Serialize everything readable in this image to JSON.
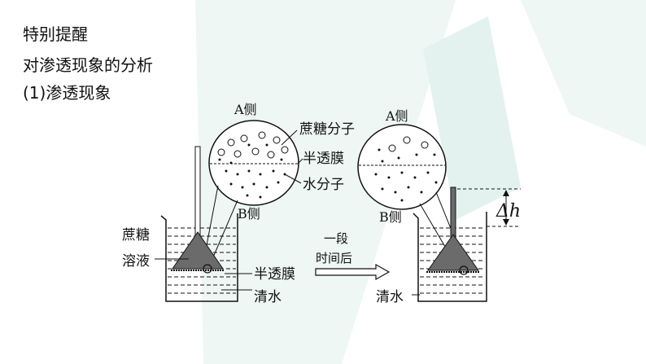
{
  "headings": {
    "title": "特别提醒",
    "subtitle": "对渗透现象的分析",
    "section": "(1)渗透现象"
  },
  "diagram": {
    "left_circle": {
      "top_label": "A侧",
      "bottom_label": "B侧",
      "callouts": [
        "蔗糖分子",
        "半透膜",
        "水分子"
      ]
    },
    "right_circle": {
      "top_label": "A侧",
      "bottom_label": "B侧"
    },
    "left_beaker": {
      "solution_label_1": "蔗糖",
      "solution_label_2": "溶液",
      "membrane_label": "半透膜",
      "water_label": "清水"
    },
    "right_beaker": {
      "water_label": "清水",
      "delta_label": "Δh"
    },
    "arrow": {
      "line1": "一段",
      "line2": "时间后"
    }
  },
  "colors": {
    "funnel_fill": "#6b6b6b",
    "background_accent": "#e6f3ef",
    "ink": "#111111"
  }
}
